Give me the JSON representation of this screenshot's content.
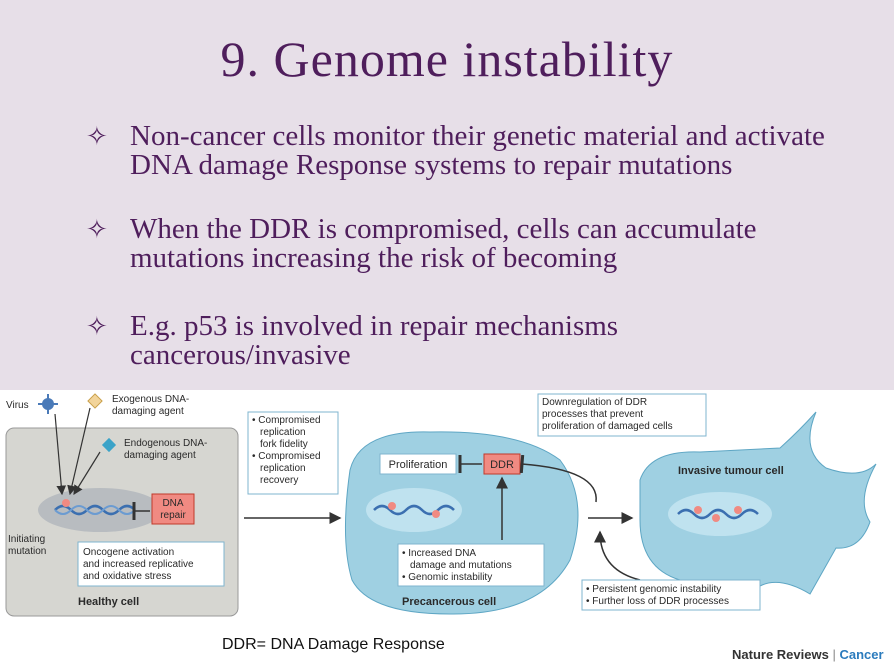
{
  "slide": {
    "title": "9. Genome instability",
    "bullets": [
      {
        "icon": "star-outline-icon",
        "mark": "✧",
        "text": "Non-cancer cells monitor their genetic material and activate DNA damage Response systems to repair mutations"
      },
      {
        "icon": "star-outline-icon",
        "mark": "✧",
        "text": "When the DDR is compromised, cells can accumulate mutations increasing the risk of becoming"
      },
      {
        "icon": "star-outline-icon",
        "mark": "✧",
        "text": "E.g. p53 is involved in repair mechanisms cancerous/invasive"
      }
    ]
  },
  "figure": {
    "virus": "Virus",
    "exogenous": [
      "Exogenous DNA-",
      "damaging agent"
    ],
    "endogenous": [
      "Endogenous DNA-",
      "damaging agent"
    ],
    "dna_repair": [
      "DNA",
      "repair"
    ],
    "initiating": [
      "Initiating",
      "mutation"
    ],
    "oncogene": [
      "Oncogene activation",
      "and increased replicative",
      "and oxidative stress"
    ],
    "healthy_cell": "Healthy cell",
    "compromised": [
      "• Compromised",
      "replication",
      "fork fidelity",
      "• Compromised",
      "replication",
      "recovery"
    ],
    "downregulation": [
      "Downregulation of DDR",
      "processes that prevent",
      "proliferation of damaged cells"
    ],
    "proliferation": "Proliferation",
    "ddr": "DDR",
    "increased": [
      "• Increased DNA",
      "damage and mutations",
      "• Genomic instability"
    ],
    "precancerous_cell": "Precancerous cell",
    "invasive_cell": "Invasive tumour cell",
    "persistent": [
      "• Persistent genomic instability",
      "• Further loss of DDR processes"
    ]
  },
  "footer": {
    "caption": "DDR= DNA Damage Response",
    "journal": "Nature Reviews",
    "journal_sep": "|",
    "journal_section": "Cancer"
  },
  "colors": {
    "band": "#e7dfe8",
    "title": "#4f1e5c",
    "repair_box": "#f08a82",
    "cell_blue": "#9fd0e2"
  }
}
